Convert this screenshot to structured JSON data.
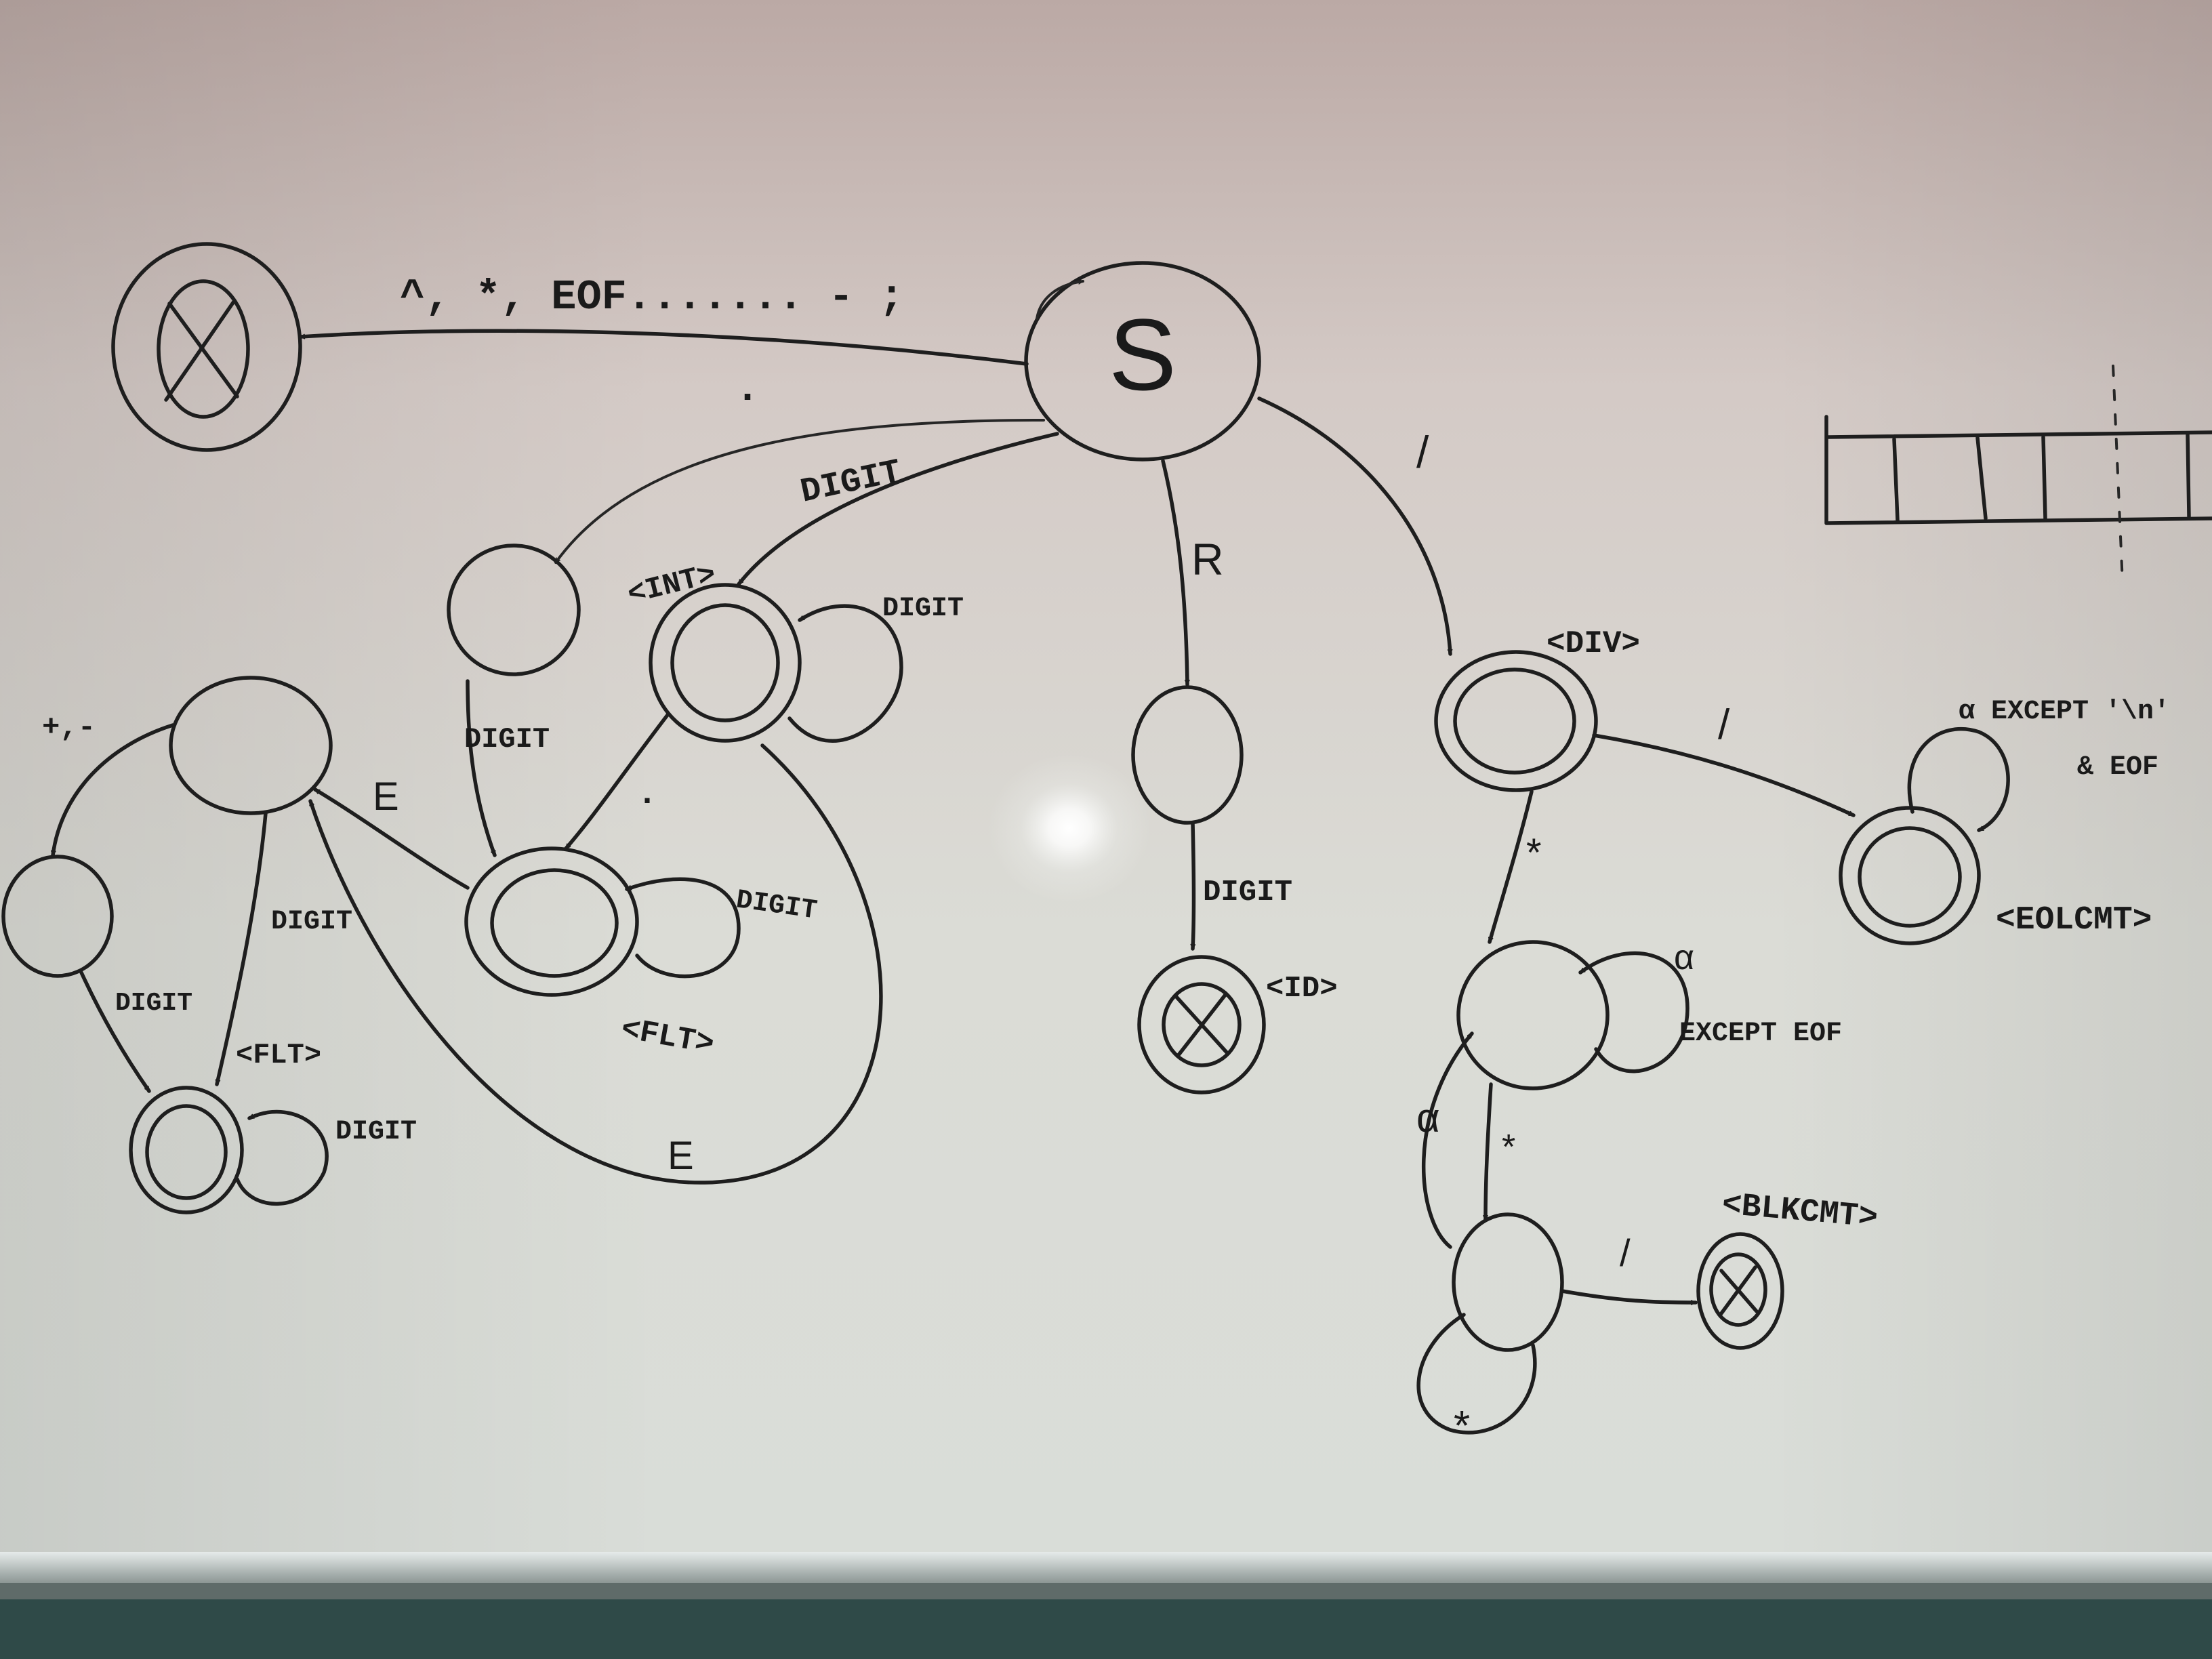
{
  "whiteboard": {
    "colors": {
      "board_top": "#b9a7a3",
      "board_mid": "#d7d2cd",
      "board_bottom": "#dde0db",
      "ink": "#1e1e1e",
      "tray": "#c9cfcd",
      "wall": "#2f4a48"
    },
    "diagram": {
      "start_state": "S",
      "error_transition_label": "^, *, EOF....... - ;",
      "dot_mark": ".",
      "states": {
        "int": "<INT>",
        "flt_mid": "<FLT>",
        "flt_left": "<FLT>",
        "id": "<ID>",
        "div": "<DIV>",
        "eolcmt": "<EOLCMT>",
        "blkcmt": "<BLKCMT>"
      },
      "edges": {
        "s_to_int": "DIGIT",
        "int_loop": "DIGIT",
        "int_to_flt_dot": ".",
        "s_to_dot_state": ".",
        "dot_state_to_flt": "DIGIT",
        "flt_loop": "DIGIT",
        "flt_to_exp": "E",
        "int_to_exp": "E",
        "exp_sign": "+,-",
        "exp_to_flt": "DIGIT",
        "sign_to_flt": "DIGIT",
        "flt_left_loop": "DIGIT",
        "s_to_r": "R",
        "r_to_id": "DIGIT",
        "s_to_div": "/",
        "div_to_eol": "/",
        "eol_loop_1": "α EXCEPT '\\n'",
        "eol_loop_2": "& EOF",
        "div_to_cmt": "*",
        "cmt_loop_1": "α",
        "cmt_loop_2": "EXCEPT EOF",
        "cmt_to_star": "*",
        "star_back": "α",
        "star_loop": "*",
        "star_to_blk": "/"
      }
    }
  }
}
